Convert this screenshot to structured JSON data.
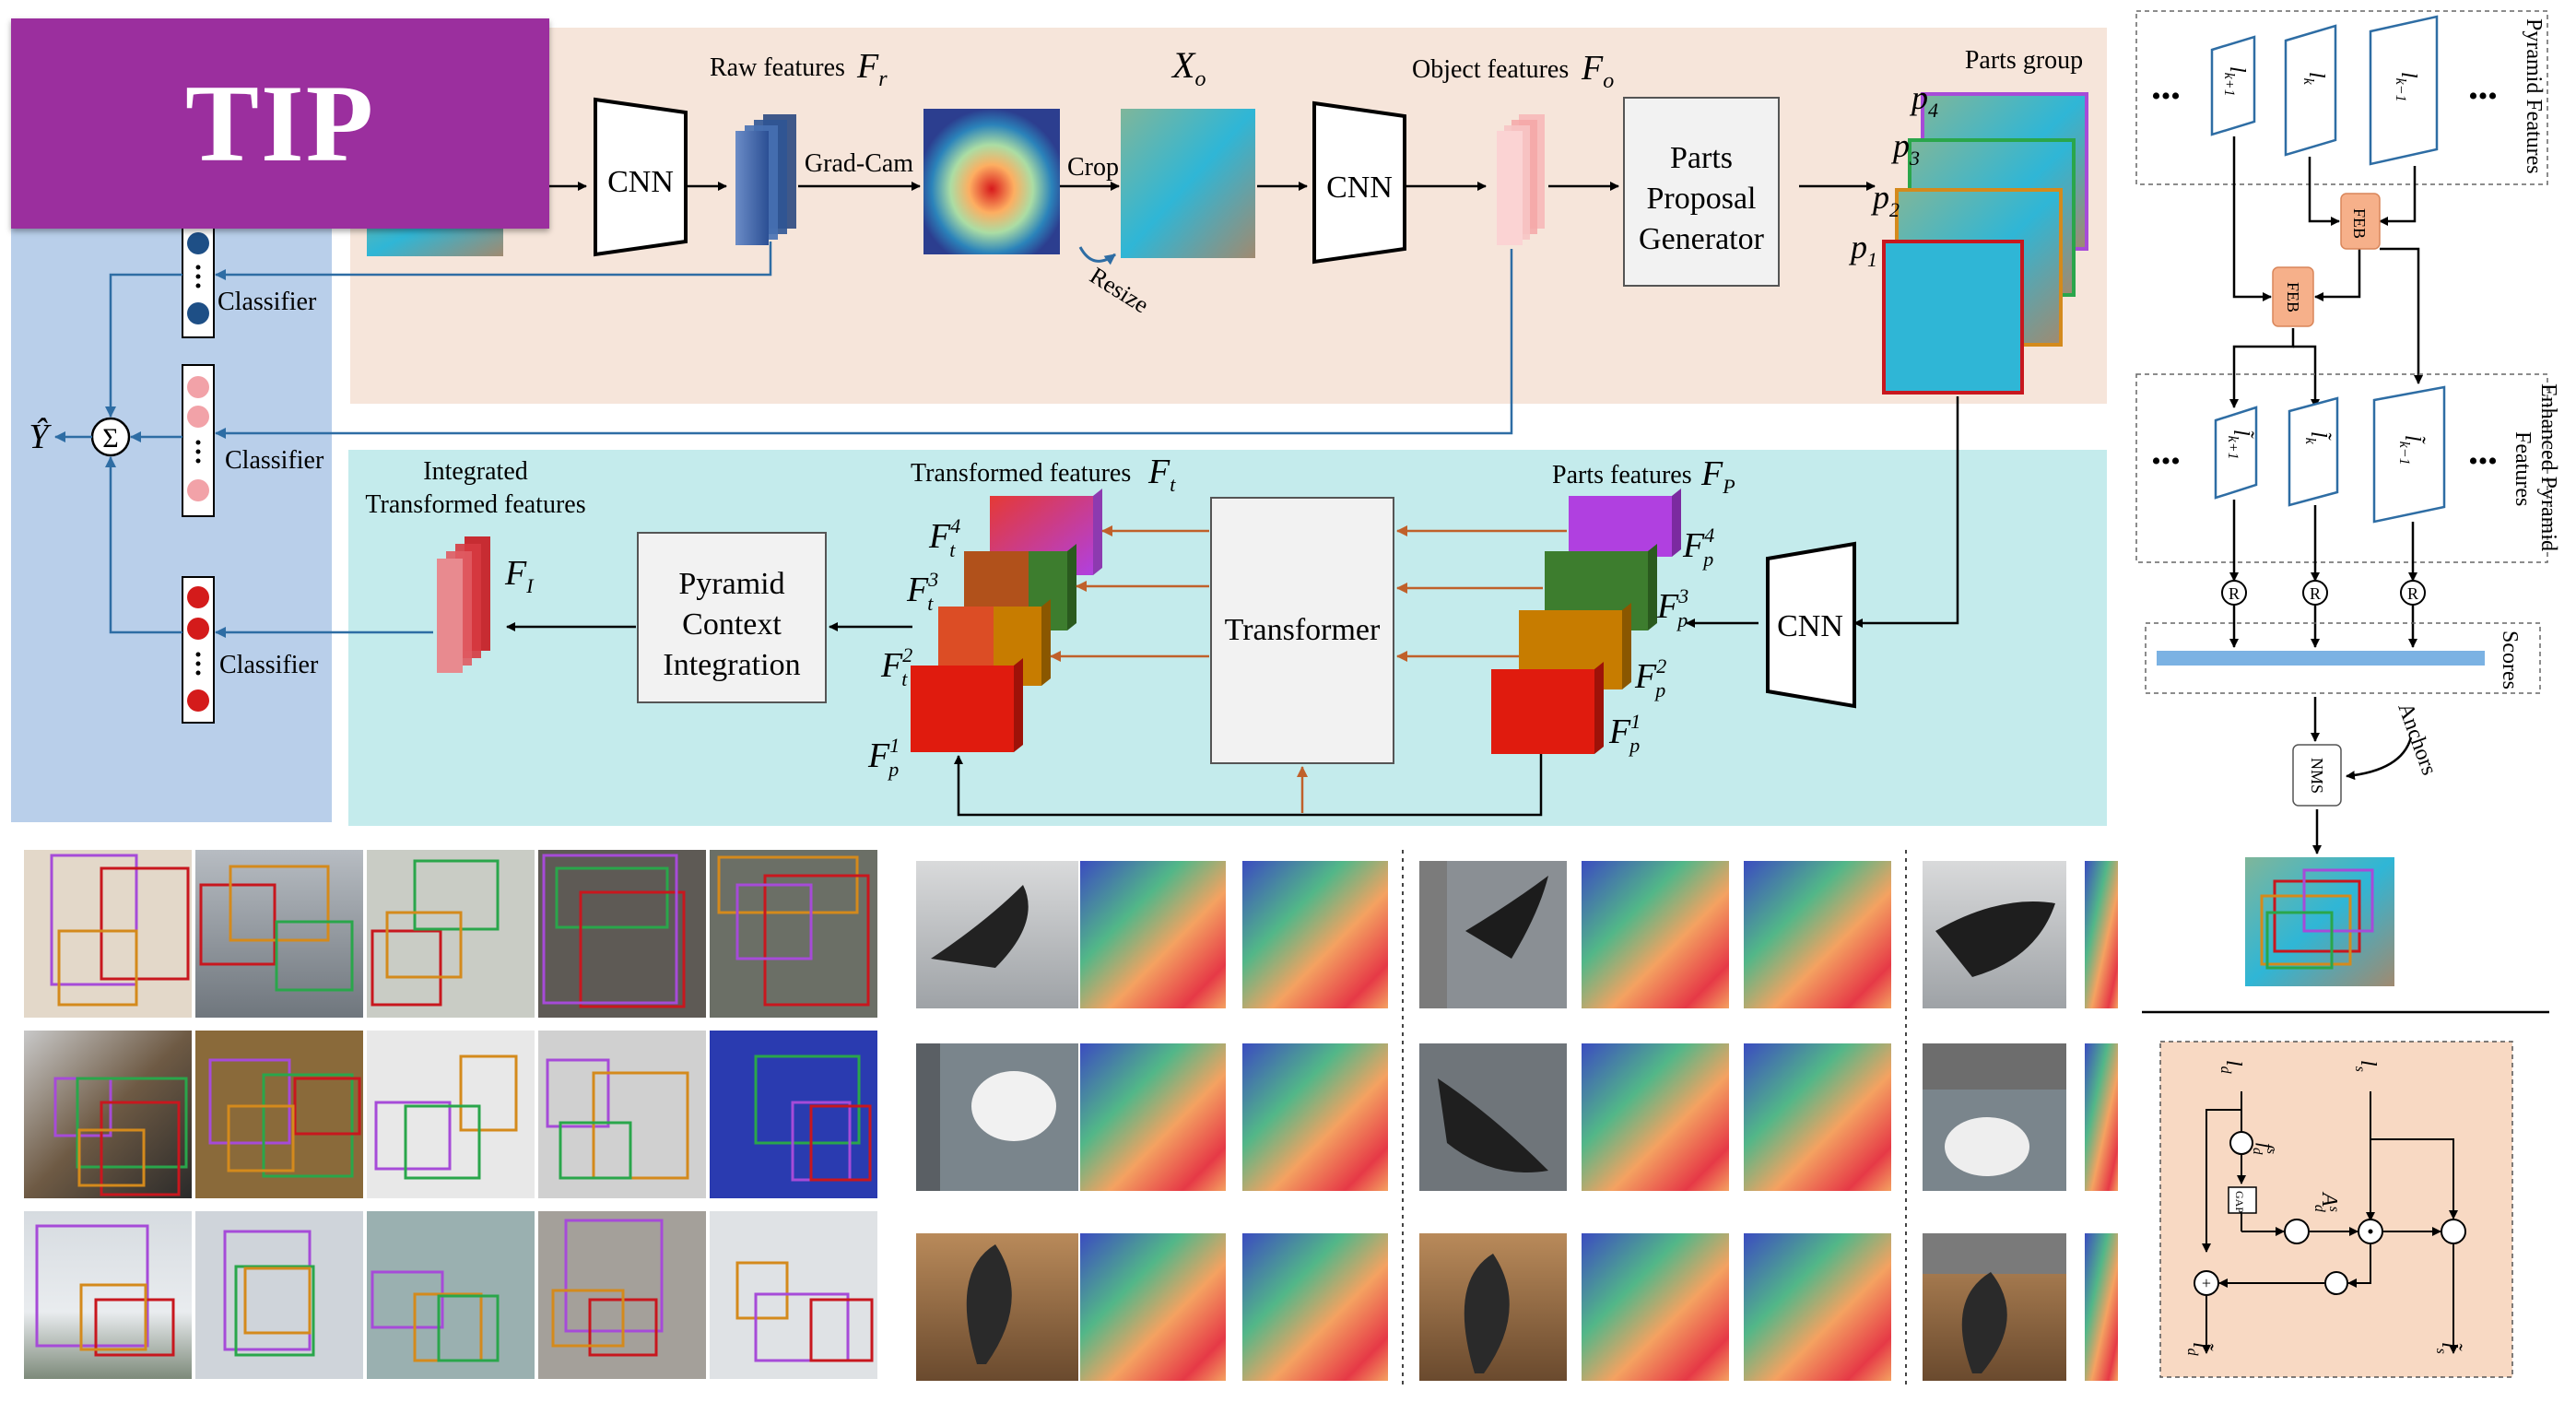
{
  "badge": "TIP",
  "top_panel": {
    "raw_features": "Raw features",
    "raw_features_sym": "F",
    "raw_features_sub": "r",
    "gradcam": "Grad-Cam",
    "object_sym": "X",
    "object_sub": "o",
    "crop": "Crop",
    "resize": "Resize",
    "object_features": "Object features",
    "object_features_sym": "F",
    "object_features_sub": "o",
    "parts_group": "Parts group",
    "ppg_lines": [
      "Parts",
      "Proposal",
      "Generator"
    ],
    "cnn": "CNN",
    "p_labels": [
      {
        "sym": "p",
        "sub": "4"
      },
      {
        "sym": "p",
        "sub": "3"
      },
      {
        "sym": "p",
        "sub": "2"
      },
      {
        "sym": "p",
        "sub": "1"
      }
    ]
  },
  "bottom_panel": {
    "integrated_line1": "Integrated",
    "integrated_line2": "Transformed features",
    "integrated_sym": "F",
    "integrated_sub": "I",
    "pci_lines": [
      "Pyramid",
      "Context",
      "Integration"
    ],
    "transformed_features": "Transformed features",
    "transformed_sym": "F",
    "transformed_sub": "t",
    "transformer": "Transformer",
    "parts_features": "Parts features",
    "parts_sym": "F",
    "parts_sub": "P",
    "cnn": "CNN",
    "ft_labels": [
      {
        "sym": "F",
        "sub": "t",
        "sup": "4"
      },
      {
        "sym": "F",
        "sub": "t",
        "sup": "3"
      },
      {
        "sym": "F",
        "sub": "t",
        "sup": "2"
      },
      {
        "sym": "F",
        "sub": "p",
        "sup": "1"
      }
    ],
    "fp_labels": [
      {
        "sym": "F",
        "sub": "p",
        "sup": "4"
      },
      {
        "sym": "F",
        "sub": "p",
        "sup": "3"
      },
      {
        "sym": "F",
        "sub": "p",
        "sup": "2"
      },
      {
        "sym": "F",
        "sub": "p",
        "sup": "1"
      }
    ]
  },
  "left_panel": {
    "classifier": "Classifier",
    "y_hat": "Ŷ",
    "sum": "Σ"
  },
  "right_panel": {
    "pyramid_features": "Pyramid Features",
    "enhanced_line1": "Enhanced Pyramid",
    "enhanced_line2": "Features",
    "scores": "Scores",
    "anchors": "Anchors",
    "nms": "NMS",
    "feb": "FEB",
    "r": "R",
    "ellipsis": "•••",
    "pyr_labels": [
      "l",
      "l",
      "l"
    ],
    "pyr_subs": [
      "k+1",
      "k",
      "k−1"
    ],
    "enh_labels": [
      "l̃",
      "l̃",
      "l̃"
    ],
    "enh_subs": [
      "k+1",
      "k",
      "k−1"
    ]
  },
  "feb_block": {
    "ld": "l",
    "ld_sub": "d",
    "ls": "l",
    "ls_sub": "s",
    "gap": "GAP",
    "ad_sym": "A",
    "ad_sub": "d",
    "ad_sup": "s",
    "fd_sym": "f",
    "fd_sub": "d",
    "fd_sup": "s",
    "out_d": "l̃",
    "out_d_sub": "d",
    "out_s": "l̃",
    "out_s_sub": "s"
  },
  "colors": {
    "badge": "#9b2f9e",
    "top_panel_bg": "#f6e5da",
    "bottom_panel_bg": "#c4ebec",
    "left_panel_bg": "#b9cfea",
    "arrow_blue": "#2e6da4",
    "arrow_orange": "#c0602a"
  }
}
